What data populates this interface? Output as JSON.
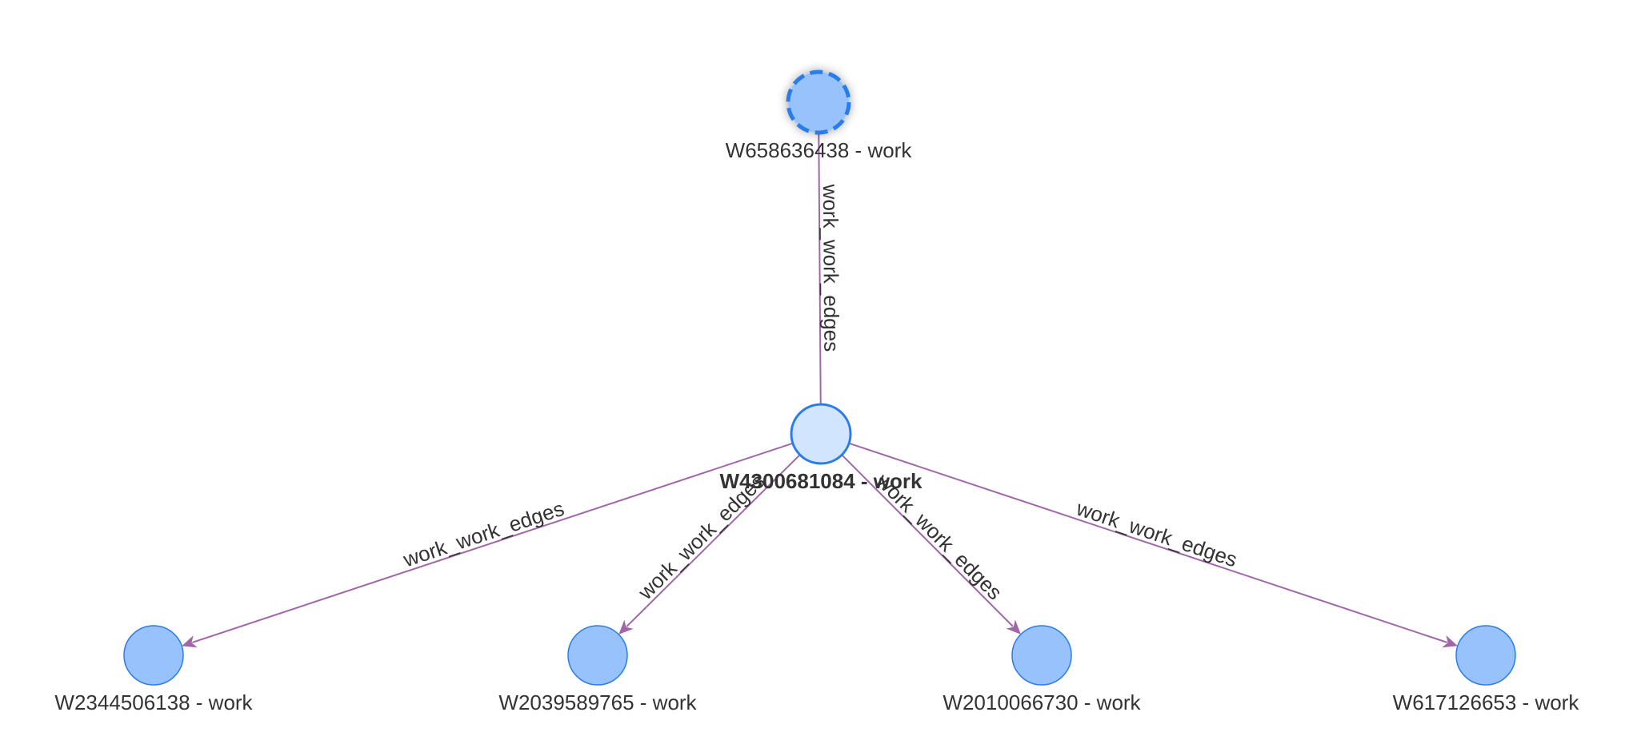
{
  "graph": {
    "colors": {
      "edge": "#a066a8",
      "node_fill": "#97c2fc",
      "node_border": "#2b7ce9",
      "focus_fill": "#d2e5ff",
      "label": "#333333"
    },
    "nodes": [
      {
        "id": "W658636438",
        "label": "W658636438 - work",
        "style": "selected"
      },
      {
        "id": "W4300681084",
        "label": "W4300681084 - work",
        "style": "focus"
      },
      {
        "id": "W2344506138",
        "label": "W2344506138 - work",
        "style": "normal"
      },
      {
        "id": "W2039589765",
        "label": "W2039589765 - work",
        "style": "normal"
      },
      {
        "id": "W2010066730",
        "label": "W2010066730 - work",
        "style": "normal"
      },
      {
        "id": "W617126653",
        "label": "W617126653 - work",
        "style": "normal"
      }
    ],
    "edges": [
      {
        "from": "W658636438",
        "to": "W4300681084",
        "label": "work_work_edges",
        "arrow": false
      },
      {
        "from": "W4300681084",
        "to": "W2344506138",
        "label": "work_work_edges",
        "arrow": true
      },
      {
        "from": "W4300681084",
        "to": "W2039589765",
        "label": "work_work_edges",
        "arrow": true
      },
      {
        "from": "W4300681084",
        "to": "W2010066730",
        "label": "work_work_edges",
        "arrow": true
      },
      {
        "from": "W4300681084",
        "to": "W617126653",
        "label": "work_work_edges",
        "arrow": true
      }
    ]
  }
}
